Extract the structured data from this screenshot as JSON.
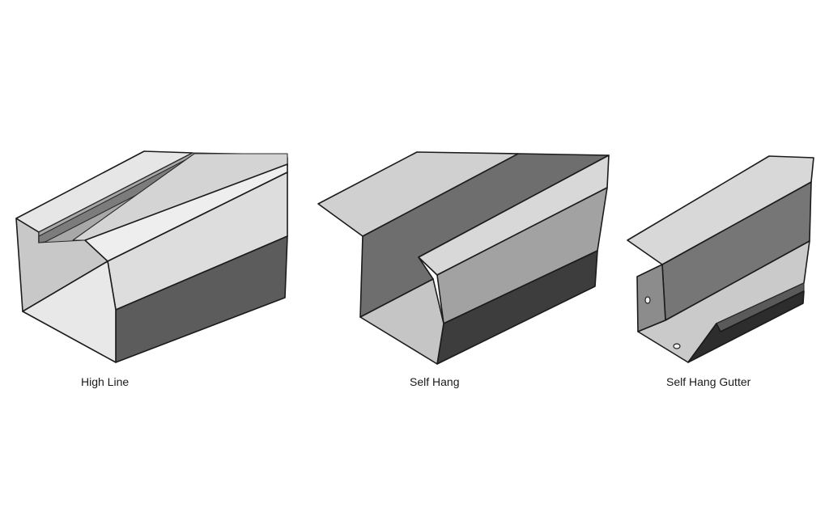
{
  "figures": [
    {
      "id": "high-line",
      "caption": "High Line",
      "colors": {
        "top_flange": "#e4e4e4",
        "back_wall": "#c9c9c9",
        "ledge": "#9a9a9a",
        "front_top": "#ededed",
        "front_face": "#dcdcdc",
        "front_lower": "#5e5e5e",
        "bottom_inside": "#e7e7e7",
        "left_end": "#bdbdbd"
      }
    },
    {
      "id": "self-hang",
      "caption": "Self Hang",
      "colors": {
        "top_flange": "#cfcfcf",
        "back_wall": "#6f6f6f",
        "front_top": "#d6d6d6",
        "front_face": "#a3a3a3",
        "front_lower": "#3e3e3e",
        "bottom_inside": "#c4c4c4"
      }
    },
    {
      "id": "self-hang-gutter",
      "caption": "Self Hang Gutter",
      "colors": {
        "top_flange": "#d8d8d8",
        "back_wall": "#777777",
        "end_tab": "#8d8d8d",
        "bottom": "#cbcbcb",
        "lip_dark": "#2e2e2e",
        "lip_inner": "#5a5a5a"
      }
    }
  ],
  "background": "#ffffff"
}
